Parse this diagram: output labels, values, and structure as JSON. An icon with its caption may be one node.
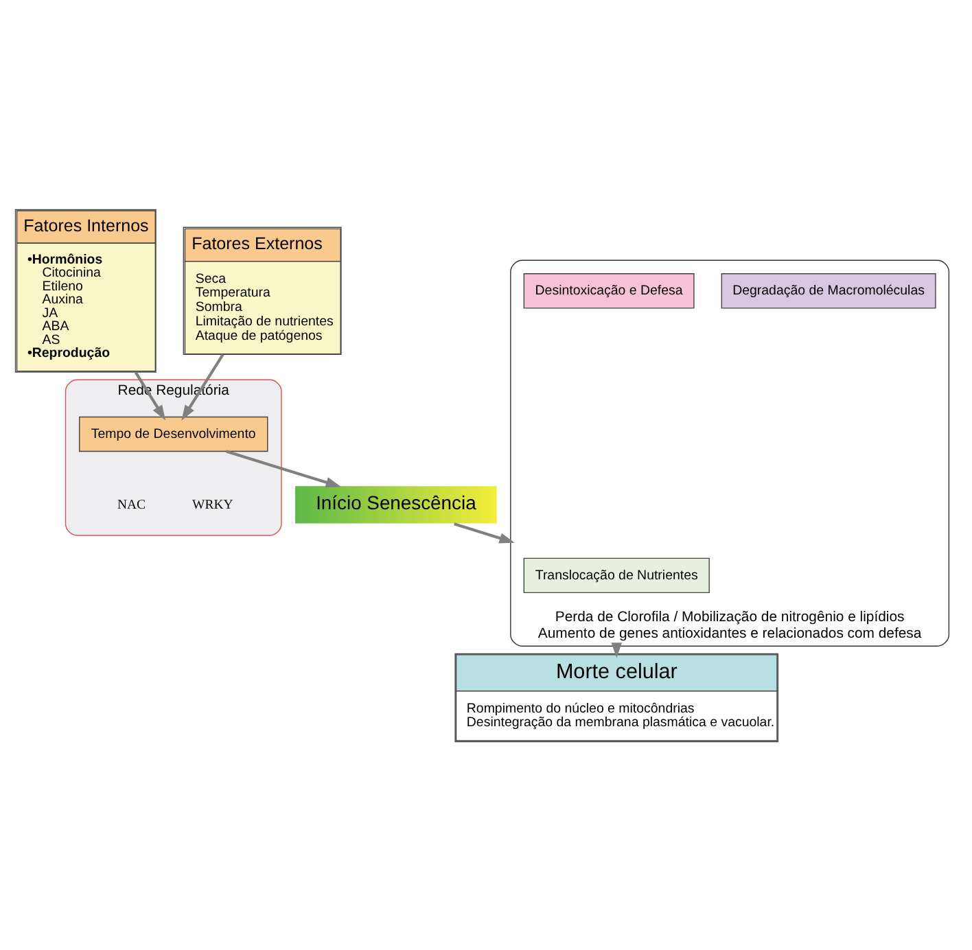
{
  "diagram": {
    "nodes": [
      {
        "text": [
          "Fatores Internos",
          "•Hormônios",
          "Citocinina",
          "Etileno",
          "Auxina",
          "JA",
          "ABA",
          "AS",
          "•Reprodução"
        ]
      },
      {
        "text": [
          "Rede Regulatória"
        ]
      },
      {
        "text": [
          "Tempo de Desenvolvimento"
        ],
        "in": 1
      },
      {
        "text": [
          "Fatores Externos",
          "Seca",
          "Temperatura",
          "Sombra",
          "Limitação de nutrientes",
          "Ataque de patógenos"
        ]
      },
      {
        "text": [
          "Início Senescência"
        ]
      },
      {
        "text": [
          "Perda de Clorofila / Mobilização de nitrogênio e lipídios",
          "Aumento de genes antioxidantes e relacionados com defesa"
        ]
      },
      {
        "text": [
          "Degradação de Macromoléculas"
        ],
        "in": 5
      },
      {
        "text": [
          "Translocação de Nutrientes"
        ],
        "in": 5
      },
      {
        "text": [
          "Desintoxicação e Defesa"
        ],
        "in": 5
      },
      {
        "text": [
          "Morte celular",
          "Rompimento do núcleo e mitocôndrias",
          "Desintegração da membrana plasmática e vacuolar."
        ]
      }
    ],
    "edges": [
      {
        "from": 0,
        "to": 2,
        "arrow": "to"
      },
      {
        "from": 3,
        "to": 2,
        "arrow": "to"
      },
      {
        "from": 2,
        "to": 4,
        "arrow": "to"
      },
      {
        "from": 4,
        "to": 5,
        "arrow": "to"
      },
      {
        "from": 5,
        "to": 9,
        "arrow": "to"
      }
    ],
    "labels": [
      "NAC",
      "WRKY"
    ]
  }
}
